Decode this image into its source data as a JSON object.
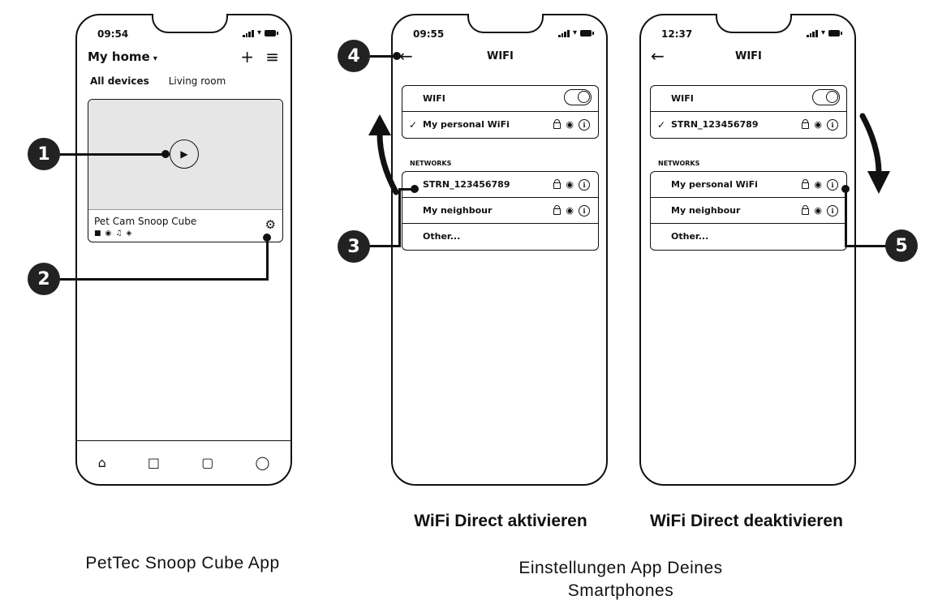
{
  "phone1": {
    "time": "09:54",
    "title": "My home",
    "tabs": [
      "All devices",
      "Living room"
    ],
    "device_name": "Pet Cam Snoop Cube",
    "nav_icons": [
      "home-icon",
      "chat-icon",
      "shop-icon",
      "profile-icon"
    ]
  },
  "phone2": {
    "time": "09:55",
    "title": "WIFI",
    "wifi_label": "WIFI",
    "connected": "My personal WiFi",
    "networks_heading": "NETWORKS",
    "networks": [
      "STRN_123456789",
      "My neighbour",
      "Other..."
    ]
  },
  "phone3": {
    "time": "12:37",
    "title": "WIFI",
    "wifi_label": "WIFI",
    "connected": "STRN_123456789",
    "networks_heading": "NETWORKS",
    "networks": [
      "My personal WiFi",
      "My neighbour",
      "Other..."
    ]
  },
  "badges": [
    "1",
    "2",
    "3",
    "4",
    "5"
  ],
  "captions": {
    "activate": "WiFi Direct aktivieren",
    "deactivate": "WiFi Direct deaktivieren",
    "app": "PetTec Snoop Cube App",
    "settings_line1": "Einstellungen App Deines",
    "settings_line2": "Smartphones"
  }
}
